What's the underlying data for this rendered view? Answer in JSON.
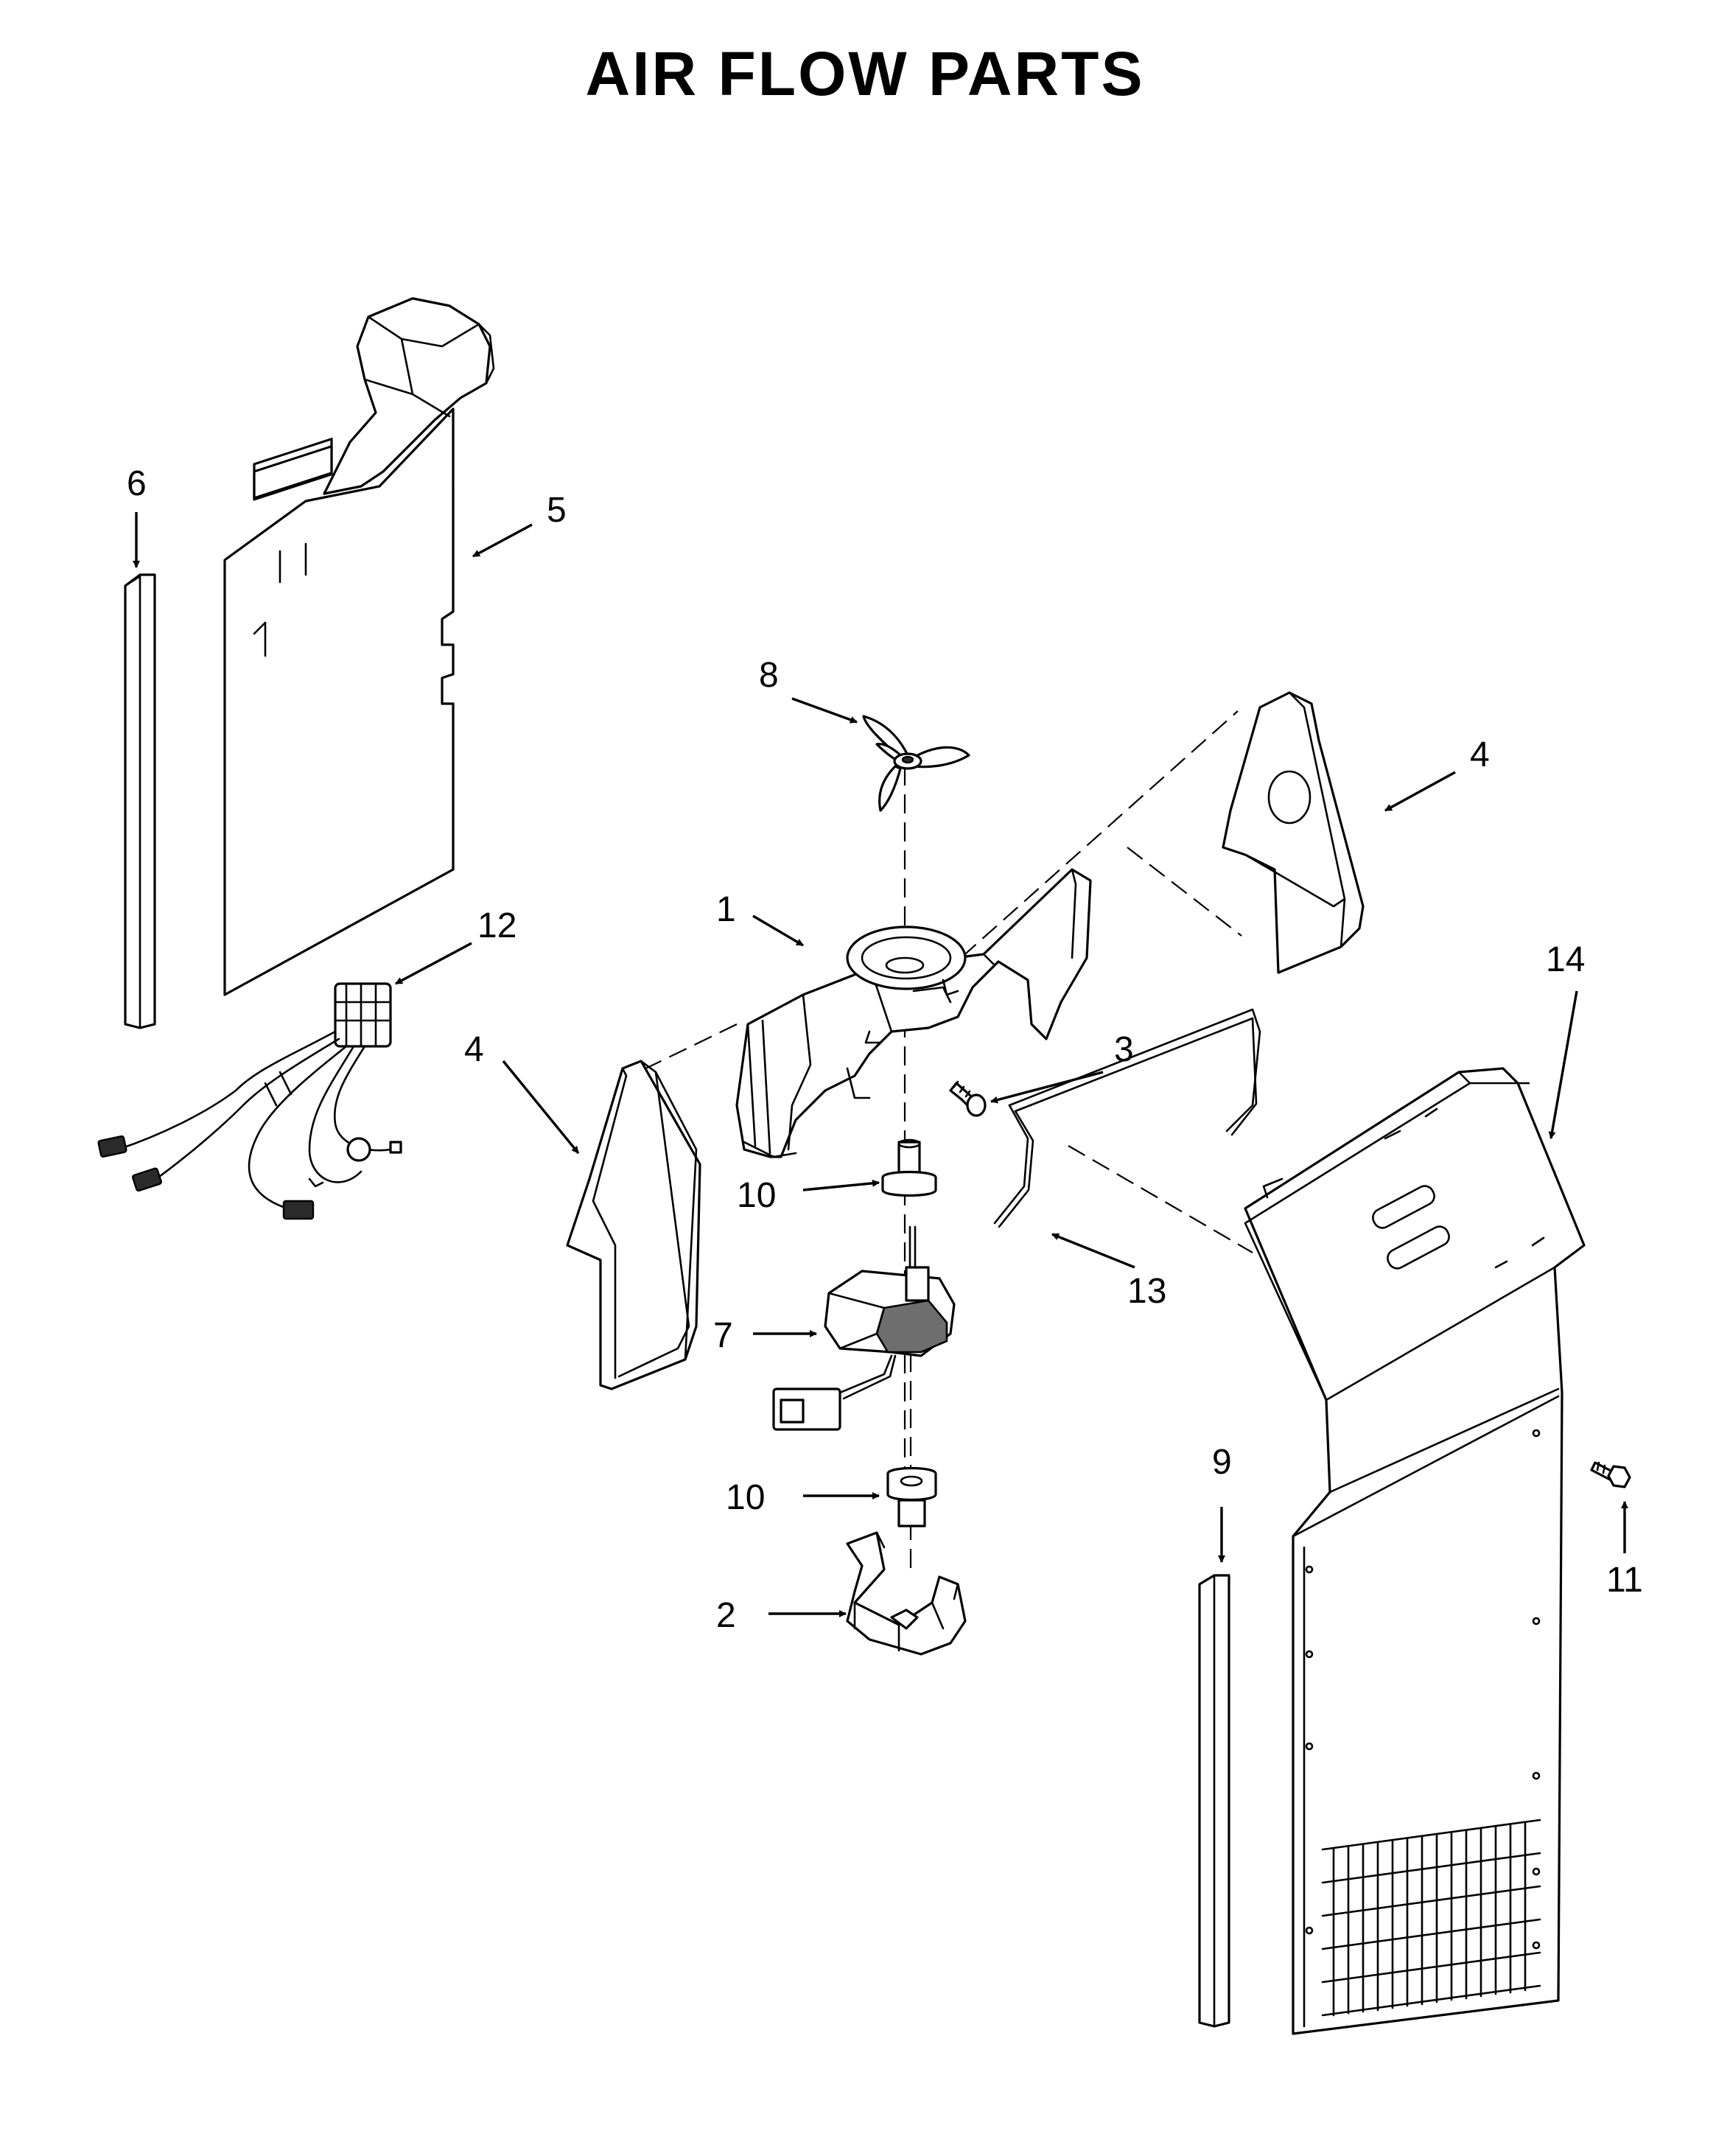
{
  "title": "AIR FLOW PARTS",
  "callouts": {
    "c1": "1",
    "c2": "2",
    "c3": "3",
    "c4a": "4",
    "c4b": "4",
    "c5": "5",
    "c6": "6",
    "c7": "7",
    "c8": "8",
    "c9": "9",
    "c10a": "10",
    "c10b": "10",
    "c11": "11",
    "c12": "12",
    "c13": "13",
    "c14": "14"
  }
}
